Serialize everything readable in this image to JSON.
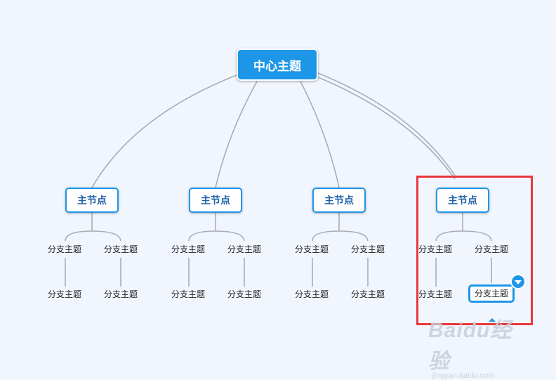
{
  "center_topic": "中心主题",
  "main_nodes": [
    {
      "label": "主节点",
      "branches": [
        "分支主题",
        "分支主题",
        "分支主题",
        "分支主题"
      ]
    },
    {
      "label": "主节点",
      "branches": [
        "分支主题",
        "分支主题",
        "分支主题",
        "分支主题"
      ]
    },
    {
      "label": "主节点",
      "branches": [
        "分支主题",
        "分支主题",
        "分支主题",
        "分支主题"
      ]
    },
    {
      "label": "主节点",
      "branches": [
        "分支主题",
        "分支主题",
        "分支主题",
        "分支主题"
      ]
    }
  ],
  "selected_branch": {
    "node": 4,
    "branch": 4
  },
  "colors": {
    "accent": "#1e96e8",
    "highlight": "#e8383d",
    "connector": "#a9adb3",
    "background": "#f1f5fe"
  },
  "icons": {
    "collapse_toggle": "caret-down-icon"
  },
  "watermark": {
    "logo": "Baidu经验",
    "url": "jingyan.baidu.com"
  }
}
